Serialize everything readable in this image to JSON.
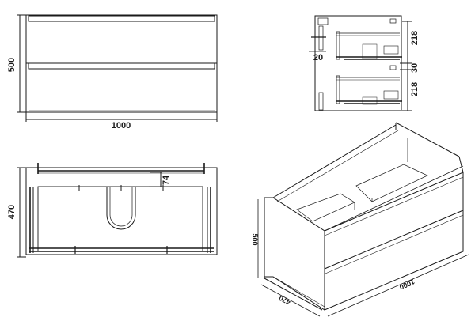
{
  "diagram": {
    "type": "technical-drawing",
    "subject": "vanity cabinet with two drawers",
    "line_color": "#1a1a1a",
    "background": "#ffffff"
  },
  "front_view": {
    "height_label": "500",
    "width_label": "1000"
  },
  "side_section_view": {
    "panel_offset_label": "20",
    "upper_drawer_label": "218",
    "gap_label": "30",
    "lower_drawer_label": "218"
  },
  "top_view": {
    "depth_label": "470",
    "setback_label": "74"
  },
  "isometric_view": {
    "height_label": "500",
    "width_label": "1000",
    "depth_label": "470"
  }
}
